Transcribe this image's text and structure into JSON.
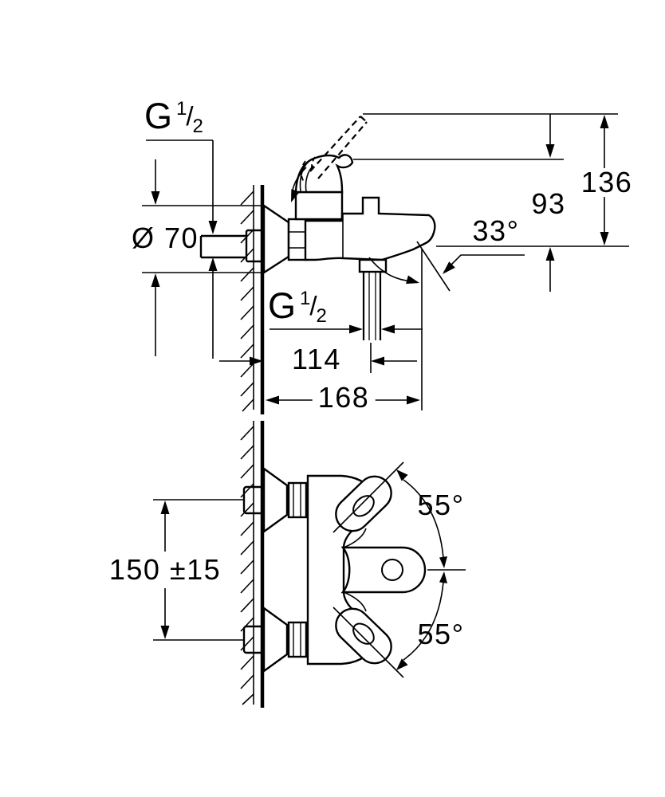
{
  "side_view": {
    "thread_top": {
      "letter": "G",
      "numerator": "1",
      "slash": "/",
      "denominator": "2"
    },
    "thread_bottom": {
      "letter": "G",
      "numerator": "1",
      "slash": "/",
      "denominator": "2"
    },
    "escutcheon_diameter": "Ø 70",
    "height_total": "136",
    "height_handle_to_outlet": "93",
    "spout_angle": "33°",
    "outlet_offset": "114",
    "total_reach": "168"
  },
  "front_view": {
    "inlet_spacing": "150 ±15",
    "swivel_angle_upper": "55°",
    "swivel_angle_lower": "55°"
  },
  "colors": {
    "line": "#000000",
    "background": "#ffffff"
  }
}
